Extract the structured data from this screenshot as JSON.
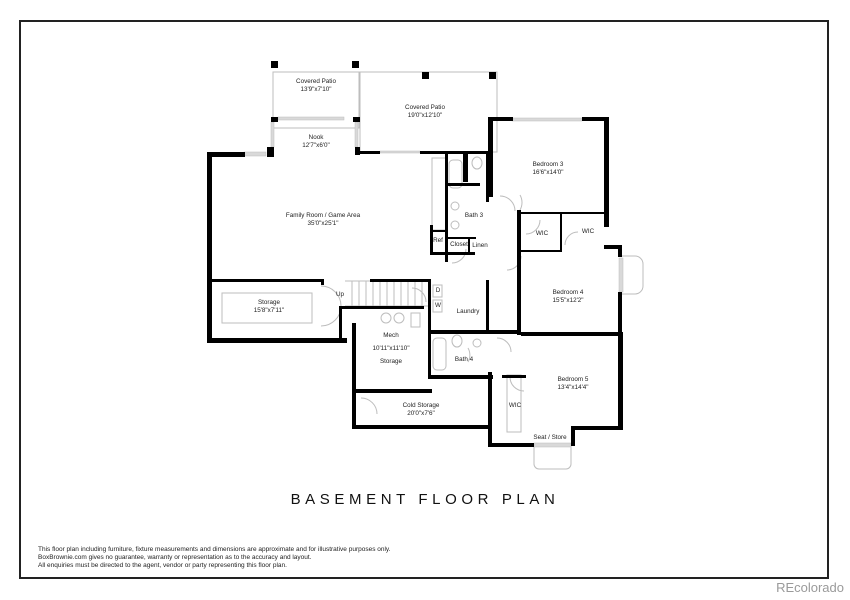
{
  "plan": {
    "title": "BASEMENT FLOOR PLAN",
    "rooms": [
      {
        "name": "Covered Patio",
        "dim": "13'9\"x7'10\""
      },
      {
        "name": "Covered Patio",
        "dim": "19'0\"x12'10\""
      },
      {
        "name": "Nook",
        "dim": "12'7\"x6'0\""
      },
      {
        "name": "Family Room / Game Area",
        "dim": "35'0\"x25'1\""
      },
      {
        "name": "Bedroom 3",
        "dim": "16'6\"x14'0\""
      },
      {
        "name": "Bath 3",
        "dim": ""
      },
      {
        "name": "Ref",
        "dim": ""
      },
      {
        "name": "Closet",
        "dim": ""
      },
      {
        "name": "Linen",
        "dim": ""
      },
      {
        "name": "WIC",
        "dim": ""
      },
      {
        "name": "WIC",
        "dim": ""
      },
      {
        "name": "Bedroom 4",
        "dim": "15'5\"x12'2\""
      },
      {
        "name": "Storage",
        "dim": "15'8\"x7'11\""
      },
      {
        "name": "Up",
        "dim": ""
      },
      {
        "name": "D",
        "dim": ""
      },
      {
        "name": "W",
        "dim": ""
      },
      {
        "name": "Laundry",
        "dim": ""
      },
      {
        "name": "Mech",
        "dim": "10'11\"x11'10\""
      },
      {
        "name": "Storage",
        "dim": ""
      },
      {
        "name": "Bath 4",
        "dim": ""
      },
      {
        "name": "Cold Storage",
        "dim": "20'0\"x7'6\""
      },
      {
        "name": "Bedroom 5",
        "dim": "13'4\"x14'4\""
      },
      {
        "name": "WIC",
        "dim": ""
      },
      {
        "name": "Seat / Store",
        "dim": ""
      }
    ]
  },
  "disclaimer": {
    "line1": "This floor plan including furniture, fixture measurements and dimensions are approximate and for illustrative purposes only.",
    "line2": "BoxBrownie.com gives no guarantee, warranty or representation as to the accuracy and layout.",
    "line3": "All enquiries must be directed to the agent, vendor or party representing this floor plan."
  },
  "brand": {
    "watermark": "REcolorado"
  },
  "colors": {
    "wall": "#000000",
    "thin_line": "#bdbdbd",
    "window": "#d9d9d9",
    "watermark": "#9a9a9a"
  }
}
